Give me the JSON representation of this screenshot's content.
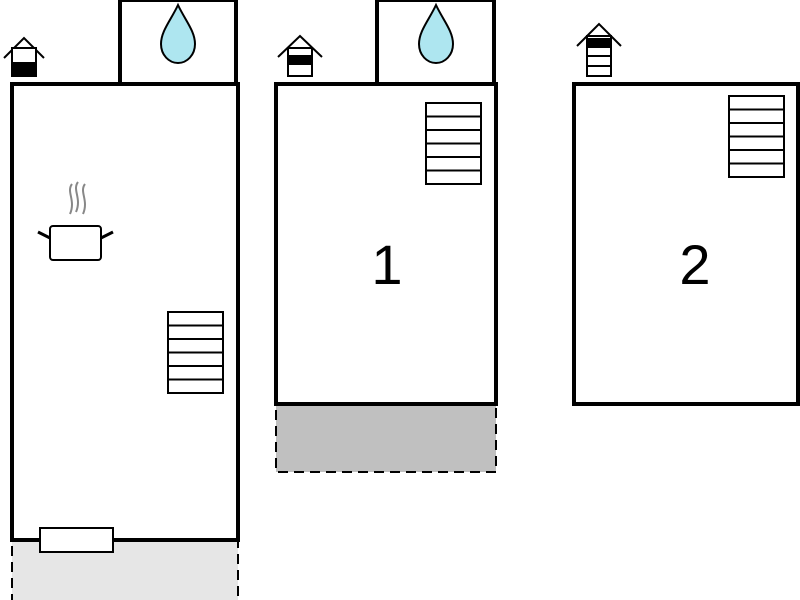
{
  "plan": {
    "colors": {
      "wall": "#000000",
      "water_drop": "#aee6f0",
      "terrace": "#c0c0c0",
      "terrace_ground": "#e6e6e6",
      "steam": "#888888"
    },
    "floors": [
      {
        "id": "ground",
        "label": "",
        "level_indicator": "ground",
        "icons": [
          "water-drop-icon",
          "cooking-pot-icon",
          "stairs-icon",
          "door-icon"
        ],
        "outdoor_area": "terrace"
      },
      {
        "id": "floor-1",
        "label": "1",
        "level_indicator": "middle",
        "icons": [
          "water-drop-icon",
          "stairs-icon"
        ],
        "outdoor_area": "balcony"
      },
      {
        "id": "floor-2",
        "label": "2",
        "level_indicator": "top",
        "icons": [
          "stairs-icon"
        ],
        "outdoor_area": ""
      }
    ]
  }
}
